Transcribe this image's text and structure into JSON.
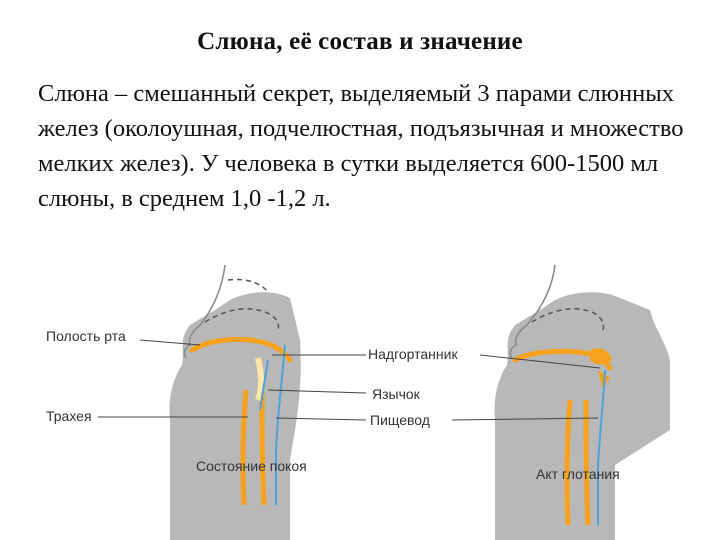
{
  "slide": {
    "title": "Слюна, её состав и значение",
    "body": "Слюна – смешанный секрет, выделяемый 3 парами слюнных желез (околоушная, подчелюстная, подъязычная и множество мелких желез). У человека в сутки выделяется 600-1500 мл слюны, в среднем 1,0 -1,2 л."
  },
  "figure": {
    "labels": {
      "oral_cavity": "Полость рта",
      "trachea": "Трахея",
      "epiglottis": "Надгортанник",
      "uvula": "Язычок",
      "esophagus": "Пищевод"
    },
    "captions": {
      "rest": "Состояние покоя",
      "swallow": "Акт глотания"
    },
    "colors": {
      "tissue": "#b8b8b8",
      "airway": "#f6a21c",
      "airway_light": "#ffe7a8",
      "esophagus_line": "#4fa3dc"
    }
  }
}
